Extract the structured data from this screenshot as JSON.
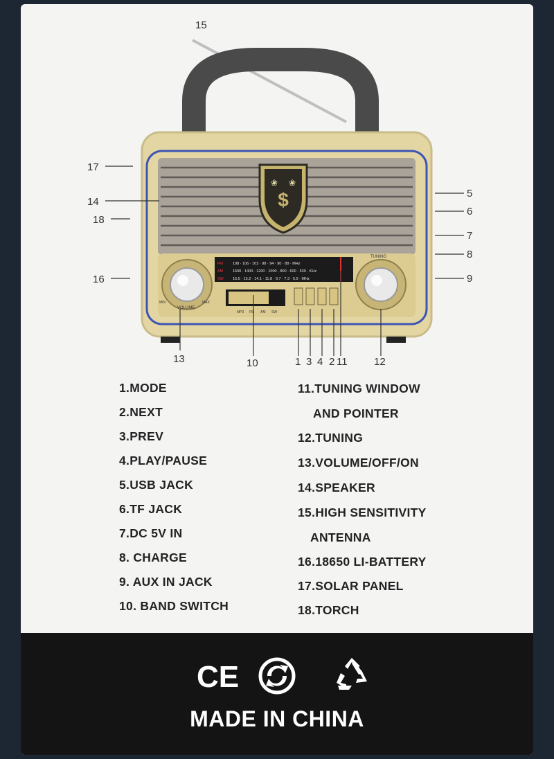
{
  "callouts": [
    "15",
    "17",
    "14",
    "18",
    "16",
    "5",
    "6",
    "7",
    "8",
    "9",
    "13",
    "10",
    "1",
    "3",
    "4",
    "2",
    "11",
    "12"
  ],
  "radio": {
    "tuning_label": "TUNING",
    "volume_label": "VOLUME",
    "min_off": "MIN\nOFF",
    "max_on": "MAX\nON",
    "band_labels": [
      "MP3",
      "FM",
      "AM",
      "SW"
    ],
    "dial_rows": [
      {
        "band": "FM",
        "values": "108 · 106 · 102 · 98 · 94 · 90 · 88 · MHz"
      },
      {
        "band": "AM",
        "values": "1600 · 1400 · 1200 · 1000 · 800 · 600 · 530 · KHz"
      },
      {
        "band": "SW",
        "values": "15.5 · 15.2 · 14.1 · 11.8 · 9.7 · 7.3 · 5.9 · MHz"
      }
    ]
  },
  "features_left": [
    "1.MODE",
    "2.NEXT",
    "3.PREV",
    "4.PLAY/PAUSE",
    "5.USB JACK",
    "6.TF JACK",
    "7.DC 5V IN",
    "8. CHARGE",
    "9. AUX IN JACK",
    "10. BAND SWITCH"
  ],
  "features_right": [
    "11.TUNING WINDOW",
    "AND POINTER",
    "12.TUNING",
    "13.VOLUME/OFF/ON",
    "14.SPEAKER",
    "15.HIGH SENSITIVITY",
    "ANTENNA",
    "16.18650 LI-BATTERY",
    "17.SOLAR PANEL",
    "18.TORCH"
  ],
  "footer": {
    "marks": [
      "ce-mark",
      "green-dot-icon",
      "recycle-icon"
    ],
    "ce_text": "CE",
    "made_in": "MADE IN CHINA"
  },
  "colors": {
    "radio_body": "#e6d9a4",
    "grille": "#a9a39a",
    "accent_blue": "#3d55b5",
    "footer_bg": "#141414"
  }
}
